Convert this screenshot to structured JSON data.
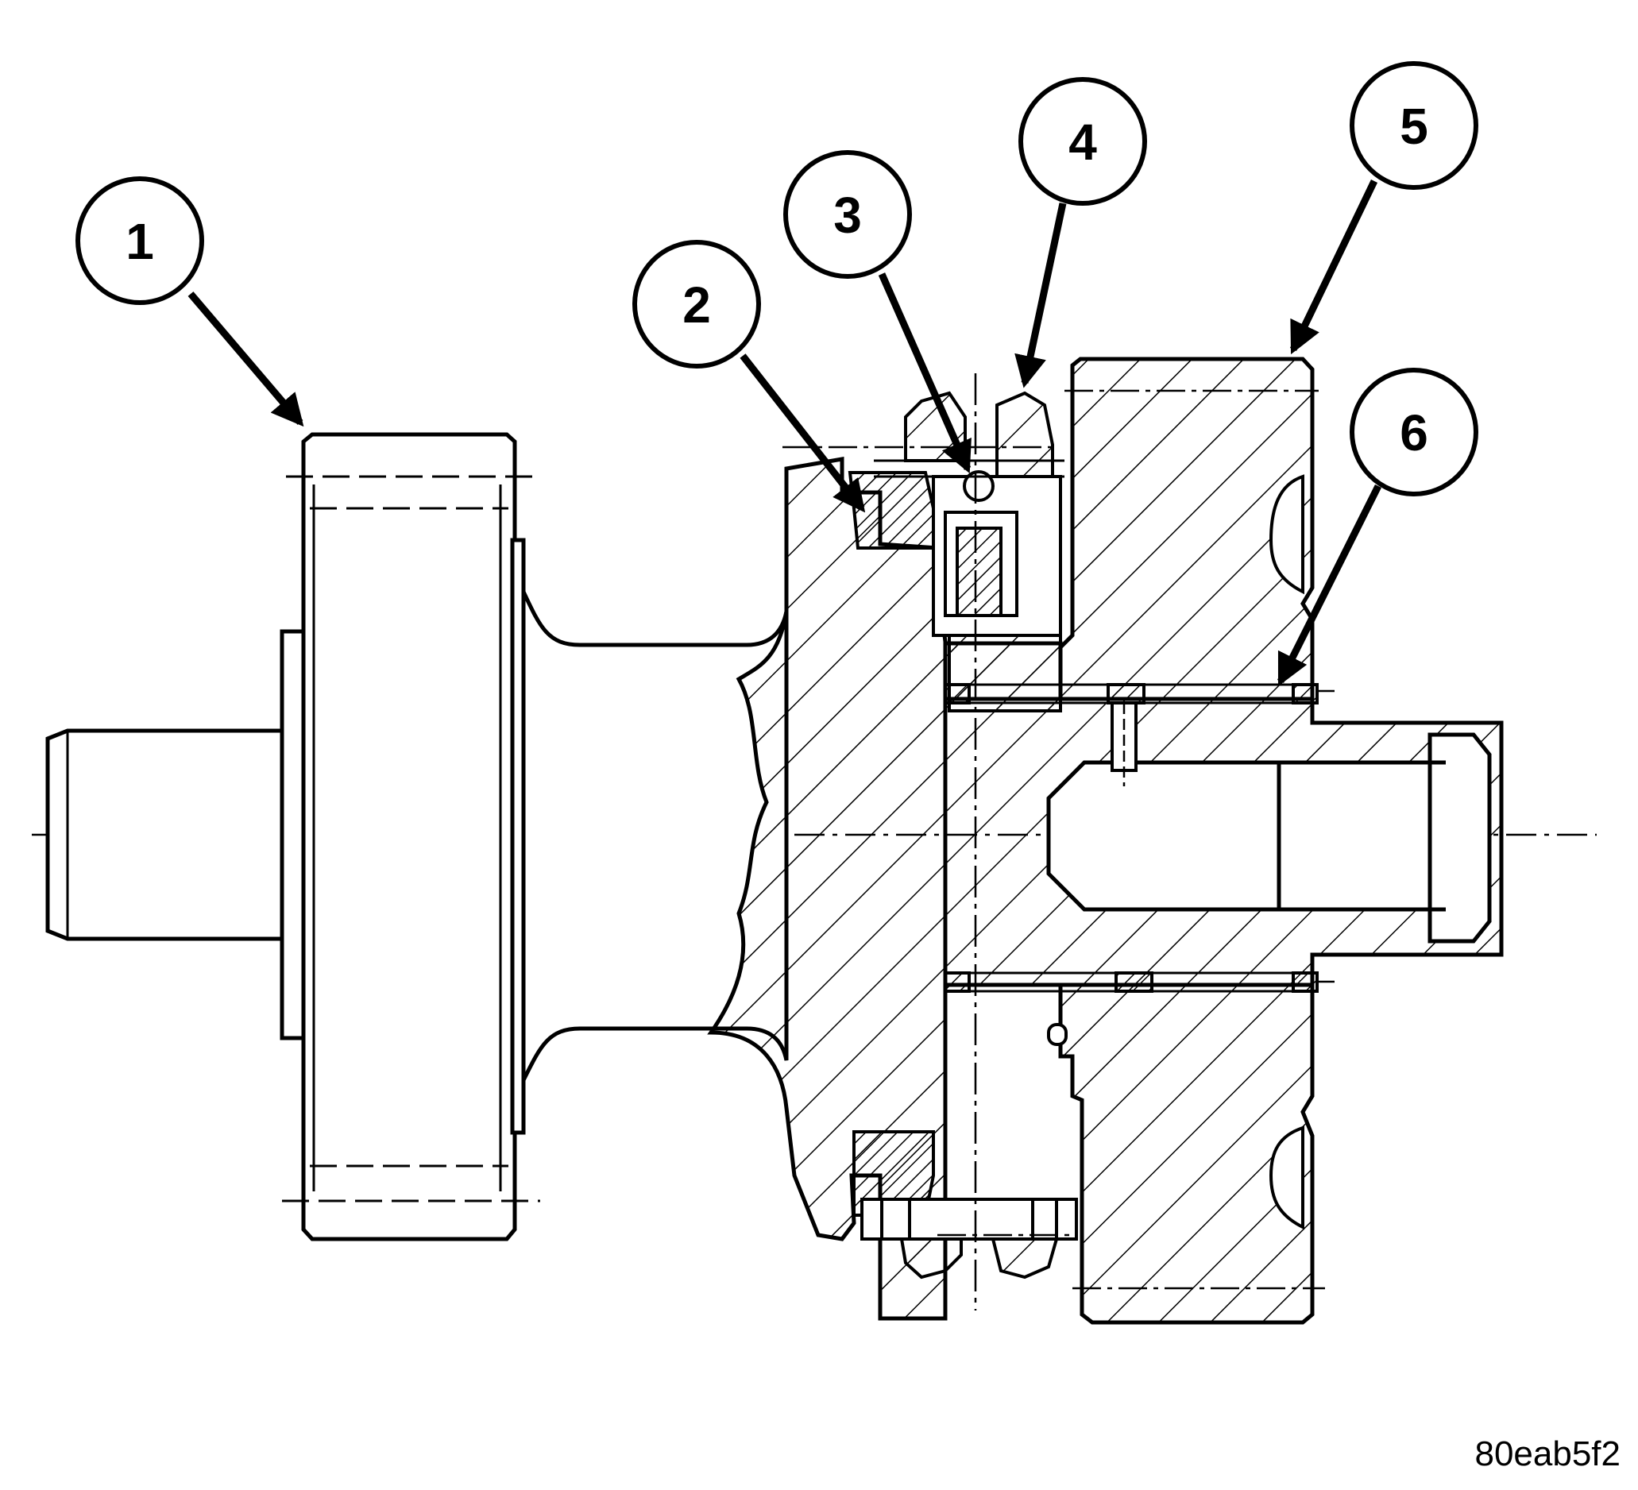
{
  "figure": {
    "id_label": "80eab5f2",
    "colors": {
      "ink": "#000000",
      "paper": "#ffffff"
    }
  },
  "callouts": [
    {
      "number": "1",
      "icon": "leader-arrow"
    },
    {
      "number": "2",
      "icon": "leader-arrow"
    },
    {
      "number": "3",
      "icon": "leader-arrow"
    },
    {
      "number": "4",
      "icon": "leader-arrow"
    },
    {
      "number": "5",
      "icon": "leader-arrow"
    },
    {
      "number": "6",
      "icon": "leader-arrow"
    }
  ]
}
